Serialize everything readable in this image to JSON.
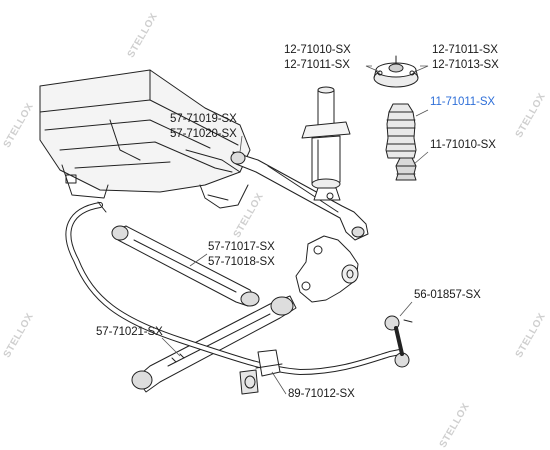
{
  "watermark": {
    "text": "STELLOX"
  },
  "parts": [
    {
      "id": "top-mount-left-a",
      "text": "12-71010-SX"
    },
    {
      "id": "top-mount-left-b",
      "text": "12-71011-SX"
    },
    {
      "id": "top-mount-right-a",
      "text": "12-71011-SX"
    },
    {
      "id": "top-mount-right-b",
      "text": "12-71013-SX"
    },
    {
      "id": "dust-boot",
      "text": "11-71011-SX",
      "highlight": true,
      "color": "#2f6fd8"
    },
    {
      "id": "bump-stop",
      "text": "11-71010-SX"
    },
    {
      "id": "upper-arm-a",
      "text": "57-71019-SX"
    },
    {
      "id": "upper-arm-b",
      "text": "57-71020-SX"
    },
    {
      "id": "rear-arm-a",
      "text": "57-71017-SX"
    },
    {
      "id": "rear-arm-b",
      "text": "57-71018-SX"
    },
    {
      "id": "stabilizer-link",
      "text": "56-01857-SX"
    },
    {
      "id": "lower-arm",
      "text": "57-71021-SX"
    },
    {
      "id": "stabilizer-bushing",
      "text": "89-71012-SX"
    }
  ]
}
